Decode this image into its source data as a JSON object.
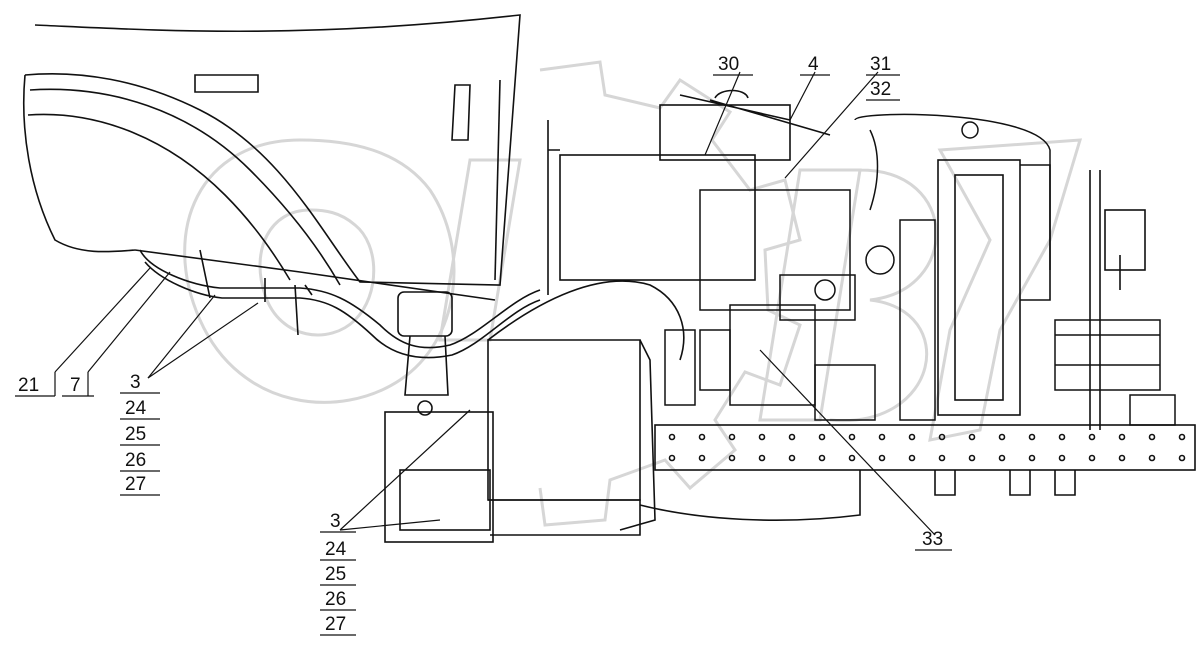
{
  "diagram": {
    "watermark_text": "ОРБ",
    "line_color": "#111111",
    "watermark_color": "#d9d9d9",
    "callouts": [
      {
        "id": "c21",
        "label": "21"
      },
      {
        "id": "c7",
        "label": "7"
      },
      {
        "id": "c3a",
        "label": "3"
      },
      {
        "id": "c24a",
        "label": "24"
      },
      {
        "id": "c25a",
        "label": "25"
      },
      {
        "id": "c26a",
        "label": "26"
      },
      {
        "id": "c27a",
        "label": "27"
      },
      {
        "id": "c30",
        "label": "30"
      },
      {
        "id": "c4",
        "label": "4"
      },
      {
        "id": "c31",
        "label": "31"
      },
      {
        "id": "c32",
        "label": "32"
      },
      {
        "id": "c33",
        "label": "33"
      },
      {
        "id": "c3b",
        "label": "3"
      },
      {
        "id": "c24b",
        "label": "24"
      },
      {
        "id": "c25b",
        "label": "25"
      },
      {
        "id": "c26b",
        "label": "26"
      },
      {
        "id": "c27b",
        "label": "27"
      }
    ]
  }
}
